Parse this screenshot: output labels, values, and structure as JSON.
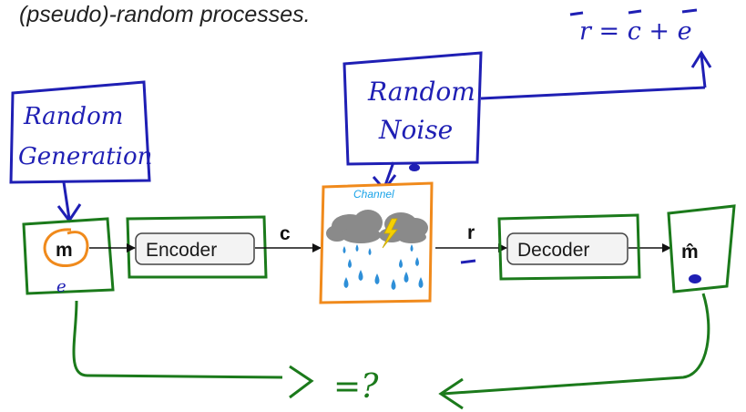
{
  "caption": "(pseudo)-random processes.",
  "equation": "r = c + e",
  "annotations": {
    "random_generation": [
      "Random",
      "Generation"
    ],
    "random_noise": [
      "Random",
      "Noise"
    ],
    "comparison": "=?",
    "equals_mark": "="
  },
  "blocks": {
    "message": "m",
    "encoder": "Encoder",
    "channel": "Channel",
    "decoder": "Decoder",
    "estimate": "m̂"
  },
  "signals": {
    "codeword": "c",
    "received": "r"
  },
  "colors": {
    "ink_blue": "#1f1fb4",
    "ink_green": "#1b7a1b",
    "ink_orange": "#f08a1c",
    "channel_label": "#1aa3e8",
    "raindrop": "#2e8fd8",
    "cloud": "#8a8a8a",
    "lightning": "#f5d000"
  },
  "icons": [
    "cloud-icon",
    "lightning-icon",
    "raindrop-icon"
  ]
}
